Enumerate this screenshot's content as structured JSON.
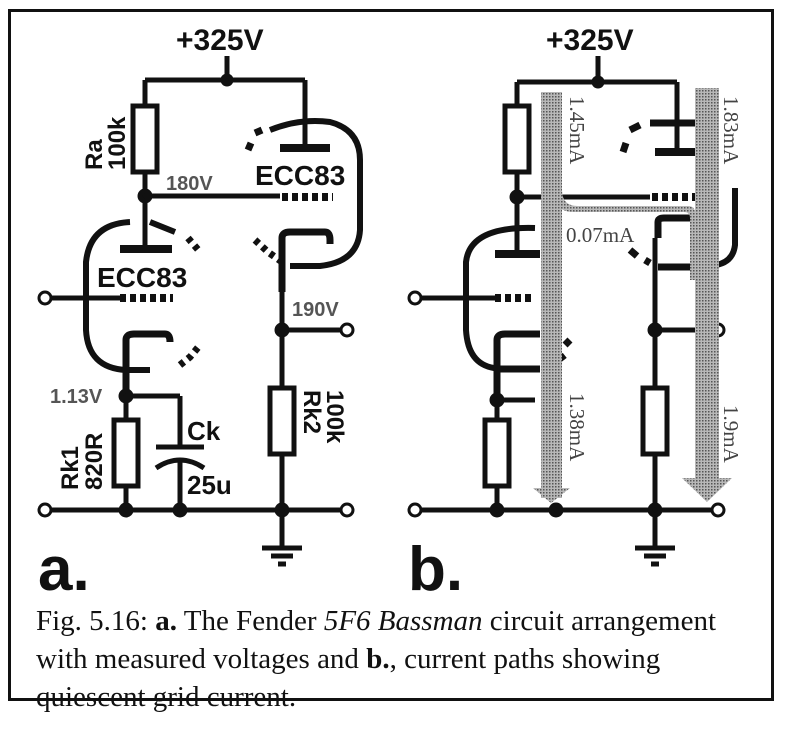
{
  "figure": {
    "panel_a": {
      "label": "a.",
      "supply": "+325V",
      "tube_upper": "ECC83",
      "tube_lower": "ECC83",
      "ra_name": "Ra",
      "ra_value": "100k",
      "rk1_name": "Rk1",
      "rk1_value": "820R",
      "rk2_name": "Rk2",
      "rk2_value": "100k",
      "ck_name": "Ck",
      "ck_value": "25u",
      "v_anode": "180V",
      "v_cathode_follower": "190V",
      "v_cathode": "1.13V"
    },
    "panel_b": {
      "label": "b.",
      "supply": "+325V",
      "i_left_top": "1.45mA",
      "i_right_top": "1.83mA",
      "i_grid": "0.07mA",
      "i_left_bottom": "1.38mA",
      "i_right_bottom": "1.9mA"
    },
    "caption": {
      "prefix": "Fig. 5.16: ",
      "a_bold": "a.",
      "part1": " The Fender ",
      "italic": "5F6 Bassman",
      "part2": " circuit arrangement with measured voltages and ",
      "b_bold": "b.",
      "part3": ", current paths showing quiescent grid current."
    },
    "colors": {
      "ink": "#111111",
      "measurement": "#555555",
      "current_arrow": "#8a8a8a"
    }
  }
}
